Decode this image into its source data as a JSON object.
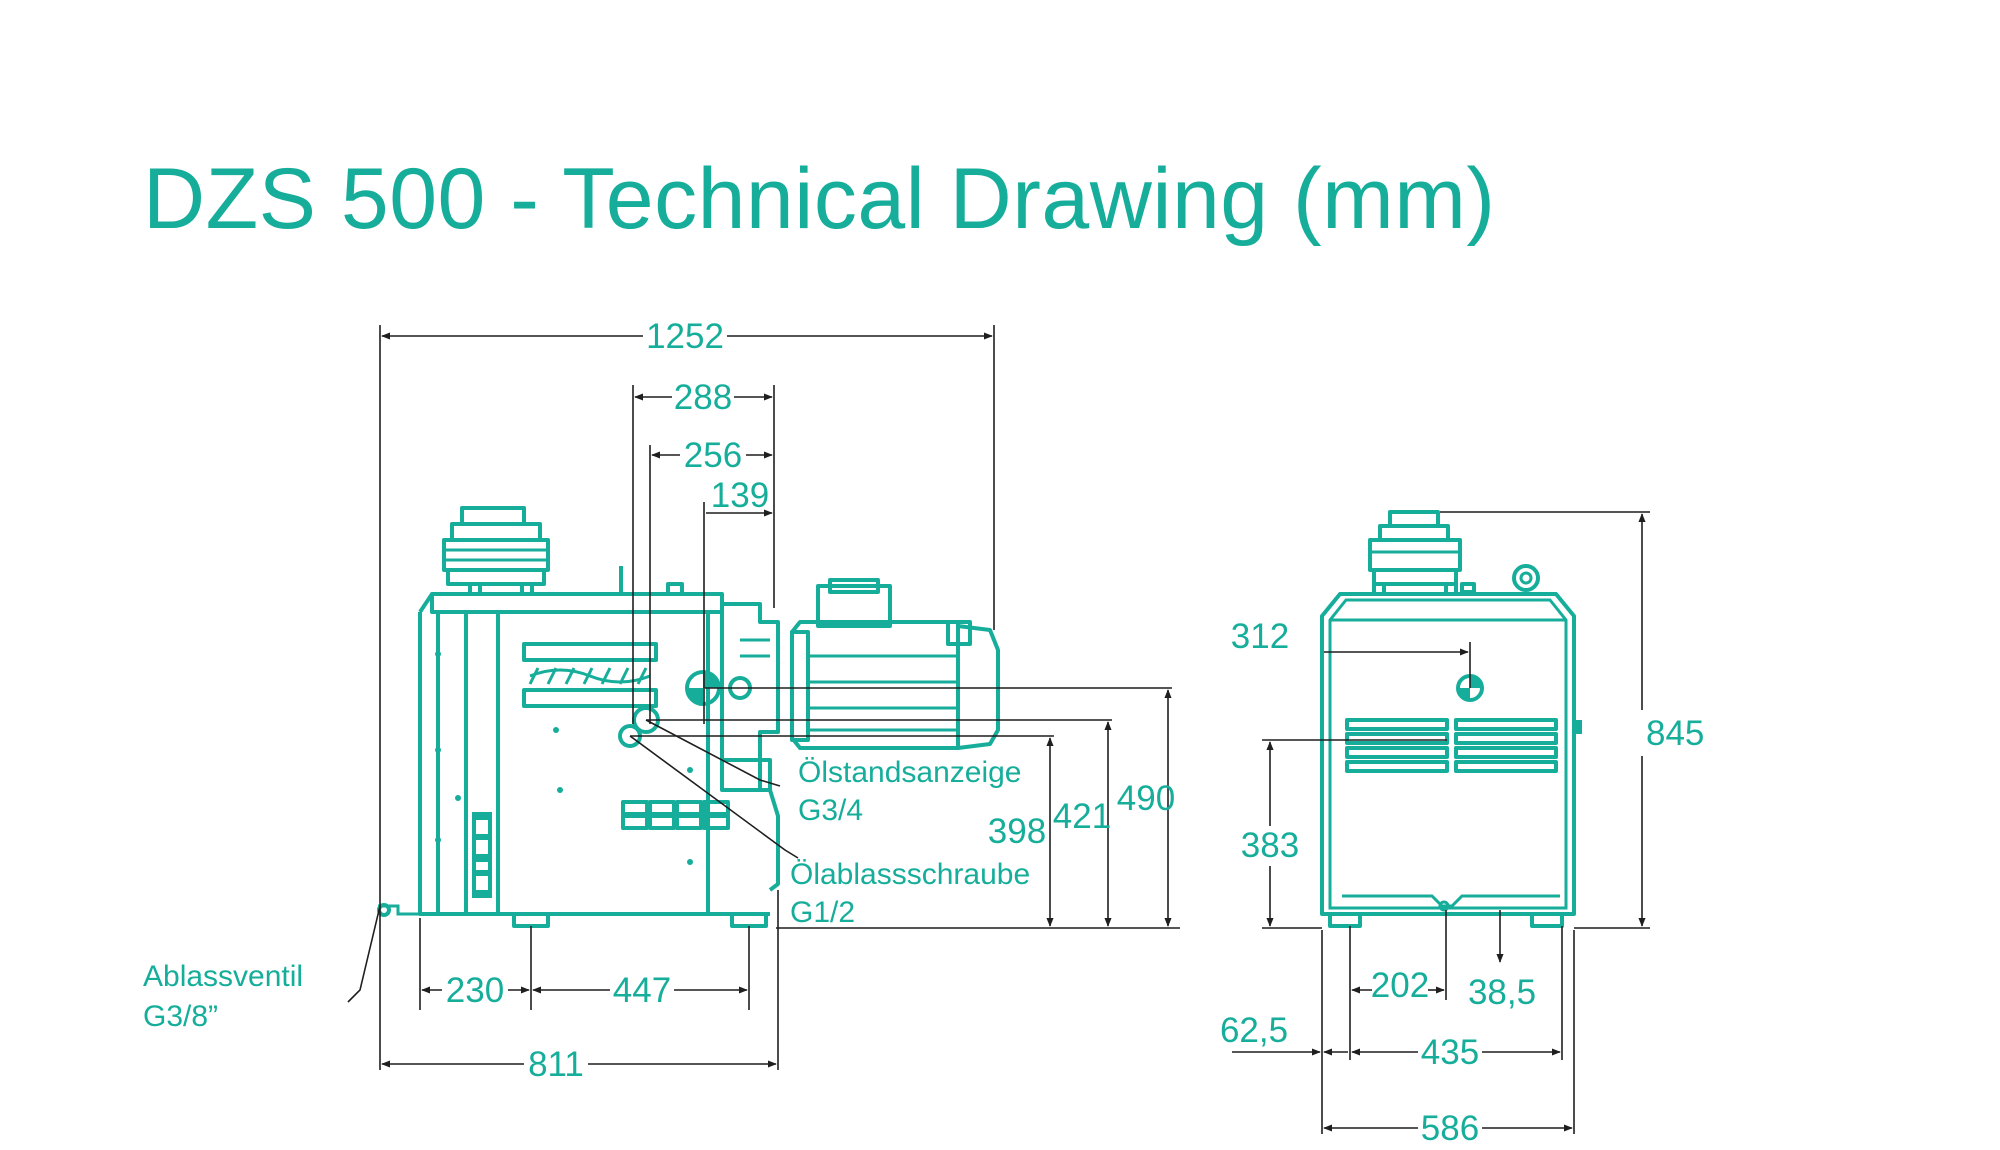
{
  "title": "DZS 500 - Technical Drawing (mm)",
  "colors": {
    "accent": "#16ae9b",
    "dimension_line": "#1f1f1f",
    "background": "#ffffff"
  },
  "side_view": {
    "dimensions": {
      "overall_length": "1252",
      "d288": "288",
      "d256": "256",
      "d139": "139",
      "h398": "398",
      "h421": "421",
      "h490": "490",
      "d230": "230",
      "d447": "447",
      "base_length": "811"
    },
    "labels": {
      "oil_level_indicator": "Ölstandsanzeige",
      "oil_level_indicator_thread": "G3/4",
      "oil_drain_plug": "Ölablassschraube",
      "oil_drain_plug_thread": "G1/2",
      "drain_valve": "Ablassventil",
      "drain_valve_thread": "G3/8”"
    }
  },
  "front_view": {
    "dimensions": {
      "d312": "312",
      "h845": "845",
      "h383": "383",
      "d202": "202",
      "d38_5": "38,5",
      "d62_5": "62,5",
      "d435": "435",
      "overall_width": "586"
    }
  }
}
